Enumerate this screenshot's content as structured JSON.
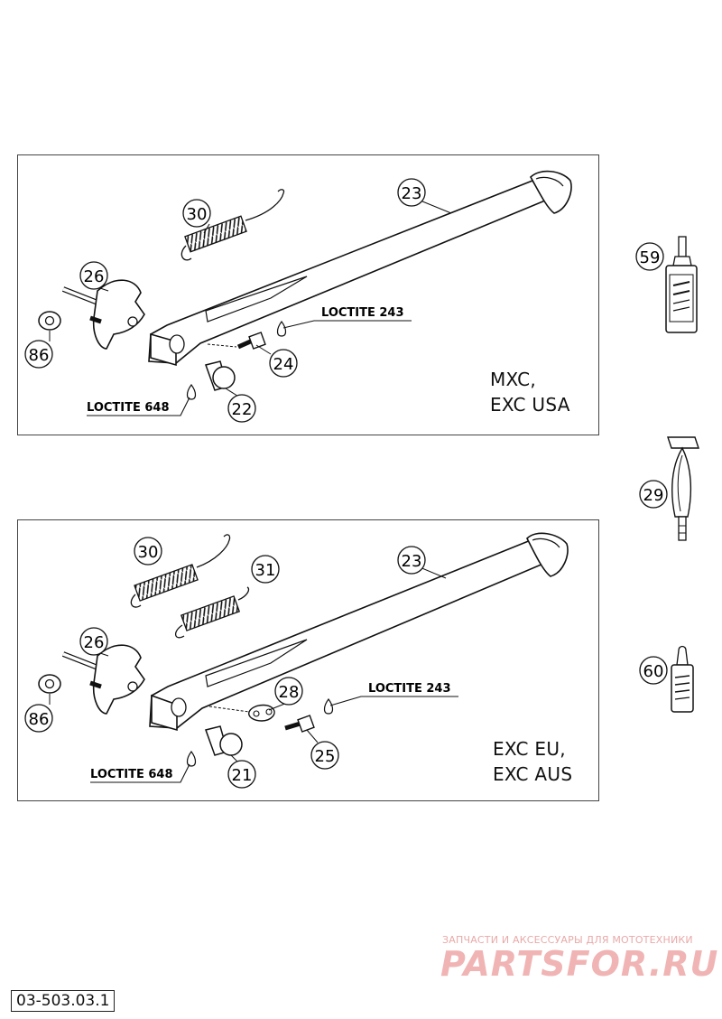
{
  "panel_top": {
    "model_line1": "MXC,",
    "model_line2": "EXC USA",
    "callouts": {
      "c23": "23",
      "c30": "30",
      "c26": "26",
      "c86": "86",
      "c24": "24",
      "c22": "22"
    },
    "loctite_a": "LOCTITE 243",
    "loctite_b": "LOCTITE 648"
  },
  "panel_bottom": {
    "model_line1": "EXC EU,",
    "model_line2": "EXC AUS",
    "callouts": {
      "c23": "23",
      "c30": "30",
      "c31": "31",
      "c26": "26",
      "c86": "86",
      "c28": "28",
      "c25": "25",
      "c21": "21"
    },
    "loctite_a": "LOCTITE 243",
    "loctite_b": "LOCTITE 648"
  },
  "side_items": {
    "c59": "59",
    "c29": "29",
    "c60": "60"
  },
  "footer": {
    "doc_id": "03-503.03.1",
    "watermark_small": "ЗАПЧАСТИ И АКСЕССУАРЫ ДЛЯ МОТОТЕХНИКИ",
    "watermark_big": "PARTSFOR.RU"
  }
}
